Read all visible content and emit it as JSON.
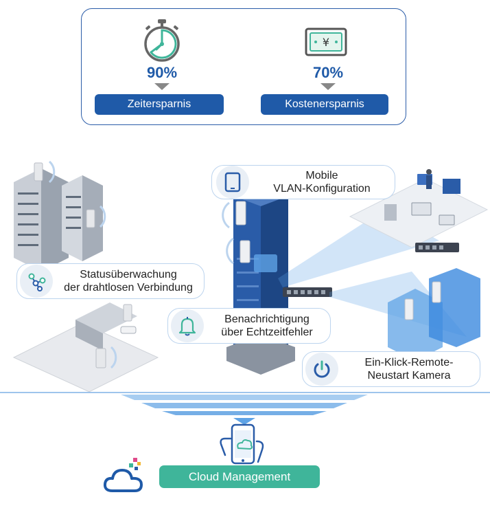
{
  "savings": {
    "time": {
      "percent": "90%",
      "label": "Zeitersparnis",
      "icon": "stopwatch-icon"
    },
    "cost": {
      "percent": "70%",
      "label": "Kostenersparnis",
      "icon": "banknote-yen-icon",
      "symbol": "¥"
    }
  },
  "callouts": {
    "mobile_vlan": {
      "line1": "Mobile",
      "line2": "VLAN-Konfiguration",
      "icon": "tablet-icon"
    },
    "status": {
      "line1": "Statusüberwachung",
      "line2": "der drahtlosen Verbindung",
      "icon": "network-nodes-icon"
    },
    "notify": {
      "line1": "Benachrichtigung",
      "line2": "über Echtzeitfehler",
      "icon": "bell-icon"
    },
    "restart": {
      "line1": "Ein-Klick-Remote-",
      "line2": "Neustart Kamera",
      "icon": "power-icon"
    }
  },
  "cloud": {
    "label": "Cloud Management",
    "icon": "cloud-icon"
  },
  "colors": {
    "primary_blue": "#1f5aa8",
    "accent_teal": "#3fb59a",
    "light_blue": "#bcd4ee"
  }
}
